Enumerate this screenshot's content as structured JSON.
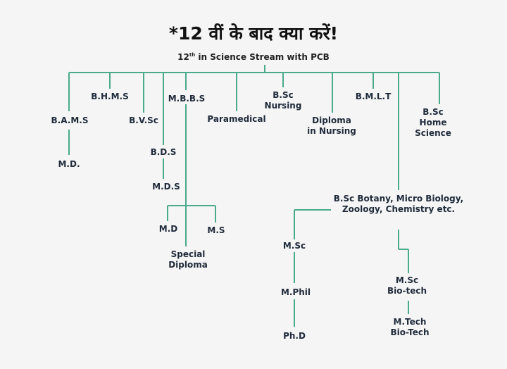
{
  "header": {
    "title": "*12 वीं के बाद क्या करें!",
    "subtitle_prefix": "12",
    "subtitle_sup": "th",
    "subtitle_text": " in Science Stream with PCB"
  },
  "nodes": {
    "bams": "B.A.M.S",
    "md1": "M.D.",
    "bhms": "B.H.M.S",
    "bvsc": "B.V.Sc",
    "mbbs": "M.B.B.S",
    "bds": "B.D.S",
    "mds": "M.D.S",
    "md2": "M.D",
    "ms": "M.S",
    "special_diploma": "Special\nDiploma",
    "paramedical": "Paramedical",
    "bsc_nursing": "B.Sc\nNursing",
    "diploma_nursing": "Diploma\nin Nursing",
    "bmlt": "B.M.L.T",
    "bsc_home": "B.Sc\nHome\nScience",
    "bsc_botany": "B.Sc Botany, Micro Biology,\nZoology, Chemistry etc.",
    "msc": "M.Sc",
    "mphil": "M.Phil",
    "phd": "Ph.D",
    "msc_biotech": "M.Sc\nBio-tech",
    "mtech_biotech": "M.Tech\nBio-Tech"
  },
  "colors": {
    "line": "#4aaa8c"
  }
}
